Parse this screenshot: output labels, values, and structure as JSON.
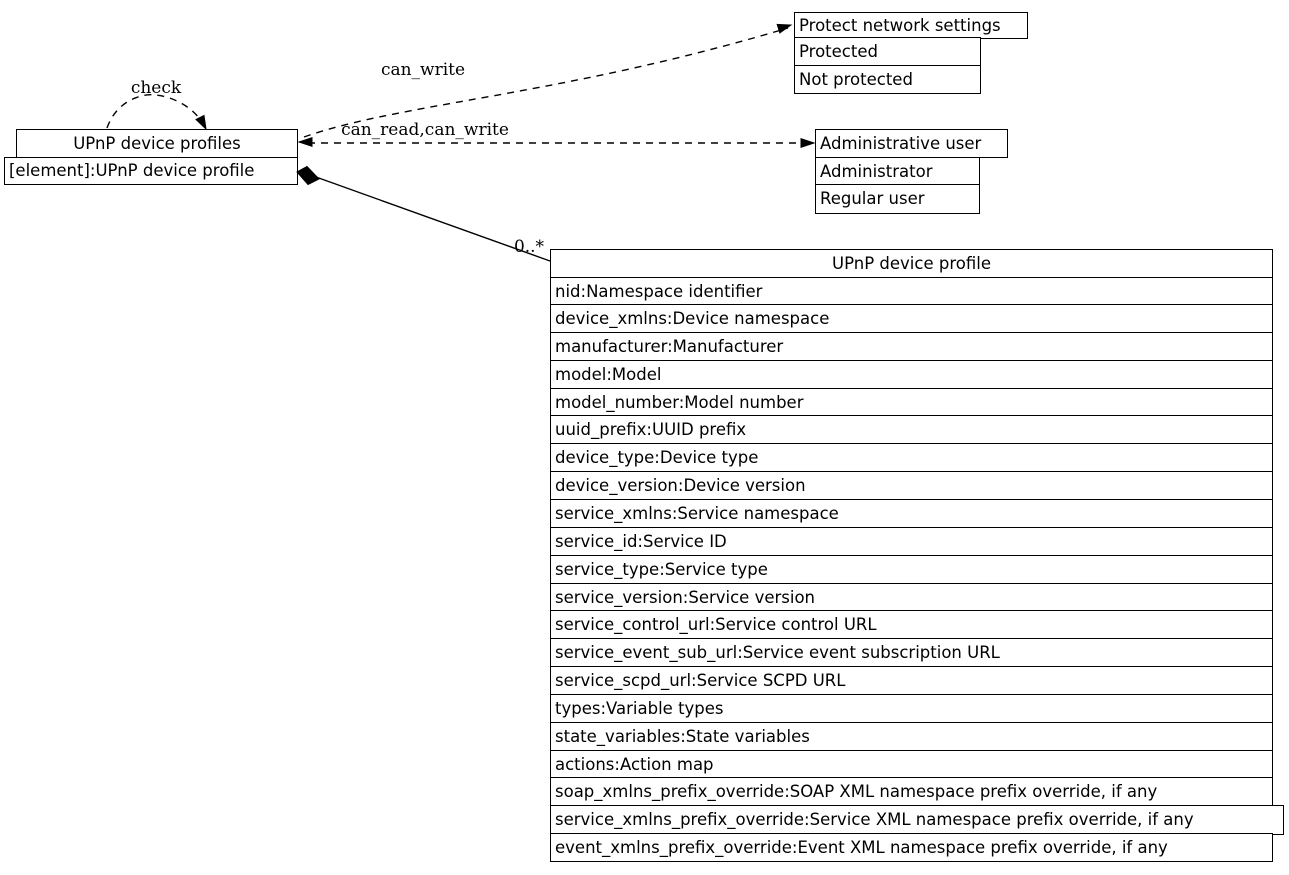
{
  "diagram": {
    "colors": {
      "stroke": "#000000",
      "background": "#ffffff"
    },
    "profiles_box": {
      "title": "UPnP device profiles",
      "element_row": "[element]:UPnP device profile"
    },
    "protect_box": {
      "title": "Protect network settings",
      "rows": [
        "Protected",
        "Not protected"
      ]
    },
    "admin_box": {
      "title": "Administrative user",
      "rows": [
        "Administrator",
        "Regular user"
      ]
    },
    "profile_table": {
      "title": "UPnP device profile",
      "rows": [
        "nid:Namespace identifier",
        "device_xmlns:Device namespace",
        "manufacturer:Manufacturer",
        "model:Model",
        "model_number:Model number",
        "uuid_prefix:UUID prefix",
        "device_type:Device type",
        "device_version:Device version",
        "service_xmlns:Service namespace",
        "service_id:Service ID",
        "service_type:Service type",
        "service_version:Service version",
        "service_control_url:Service control URL",
        "service_event_sub_url:Service event subscription URL",
        "service_scpd_url:Service SCPD URL",
        "types:Variable types",
        "state_variables:State variables",
        "actions:Action map",
        "soap_xmlns_prefix_override:SOAP XML namespace prefix override, if any",
        "service_xmlns_prefix_override:Service XML namespace prefix override, if any",
        "event_xmlns_prefix_override:Event XML namespace prefix override, if any"
      ]
    },
    "edges": {
      "check_label": "check",
      "can_write_label": "can_write",
      "can_read_write_label": "can_read,can_write",
      "multiplicity_label": "0..*"
    }
  }
}
